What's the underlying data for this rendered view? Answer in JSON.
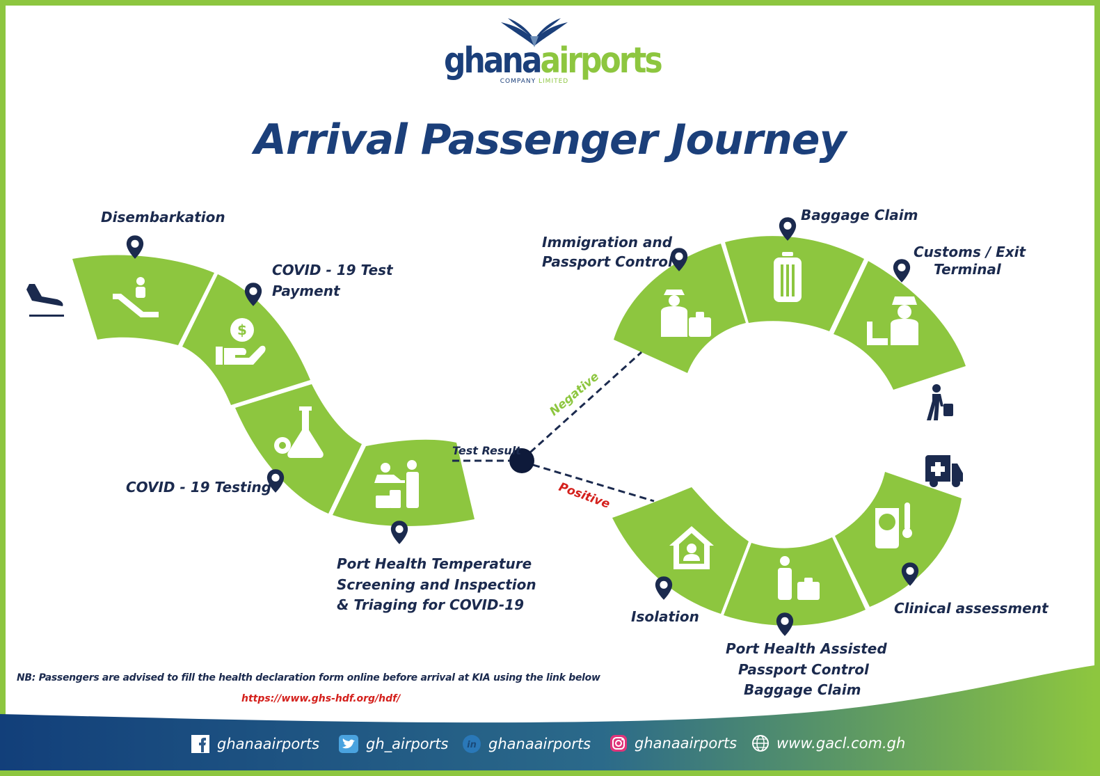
{
  "logo": {
    "word1": "ghana",
    "word2": "airports",
    "sub1": "COMPANY",
    "sub2": "LIMITED"
  },
  "title": "Arrival Passenger Journey",
  "steps": {
    "disembarkation": "Disembarkation",
    "payment_line1": "COVID - 19 Test",
    "payment_line2": "Payment",
    "testing": "COVID - 19 Testing",
    "port_health_line1": "Port Health Temperature",
    "port_health_line2": "Screening and Inspection",
    "port_health_line3": "& Triaging for COVID-19",
    "immigration_line1": "Immigration and",
    "immigration_line2": "Passport Control",
    "baggage": "Baggage Claim",
    "customs_line1": "Customs / Exit",
    "customs_line2": "Terminal",
    "isolation": "Isolation",
    "assisted_line1": "Port Health Assisted",
    "assisted_line2": "Passport Control",
    "assisted_line3": "Baggage Claim",
    "clinical": "Clinical assessment"
  },
  "branch": {
    "test_result": "Test Result",
    "negative": "Negative",
    "positive": "Positive"
  },
  "note": {
    "text": "NB: Passengers are advised to fill the health declaration form online before arrival at KIA using the link below",
    "link": "https://www.ghs-hdf.org/hdf/"
  },
  "footer": {
    "facebook": "ghanaairports",
    "twitter": "gh_airports",
    "linkedin": "ghanaairports",
    "instagram": "ghanaairports",
    "website": "www.gacl.com.gh"
  },
  "colors": {
    "green": "#8dc63f",
    "navy": "#1b3f7a",
    "dark": "#1b2a4e",
    "negative": "#8dc63f",
    "positive": "#d4201c"
  },
  "icons": [
    "plane-landing-icon",
    "escalator-icon",
    "money-hand-icon",
    "flask-icon",
    "health-screening-icon",
    "immigration-officer-icon",
    "luggage-icon",
    "customs-icon",
    "traveller-icon",
    "ambulance-icon",
    "home-isolation-icon",
    "assisted-passenger-icon",
    "clinical-assessment-icon",
    "location-pin-icon"
  ]
}
